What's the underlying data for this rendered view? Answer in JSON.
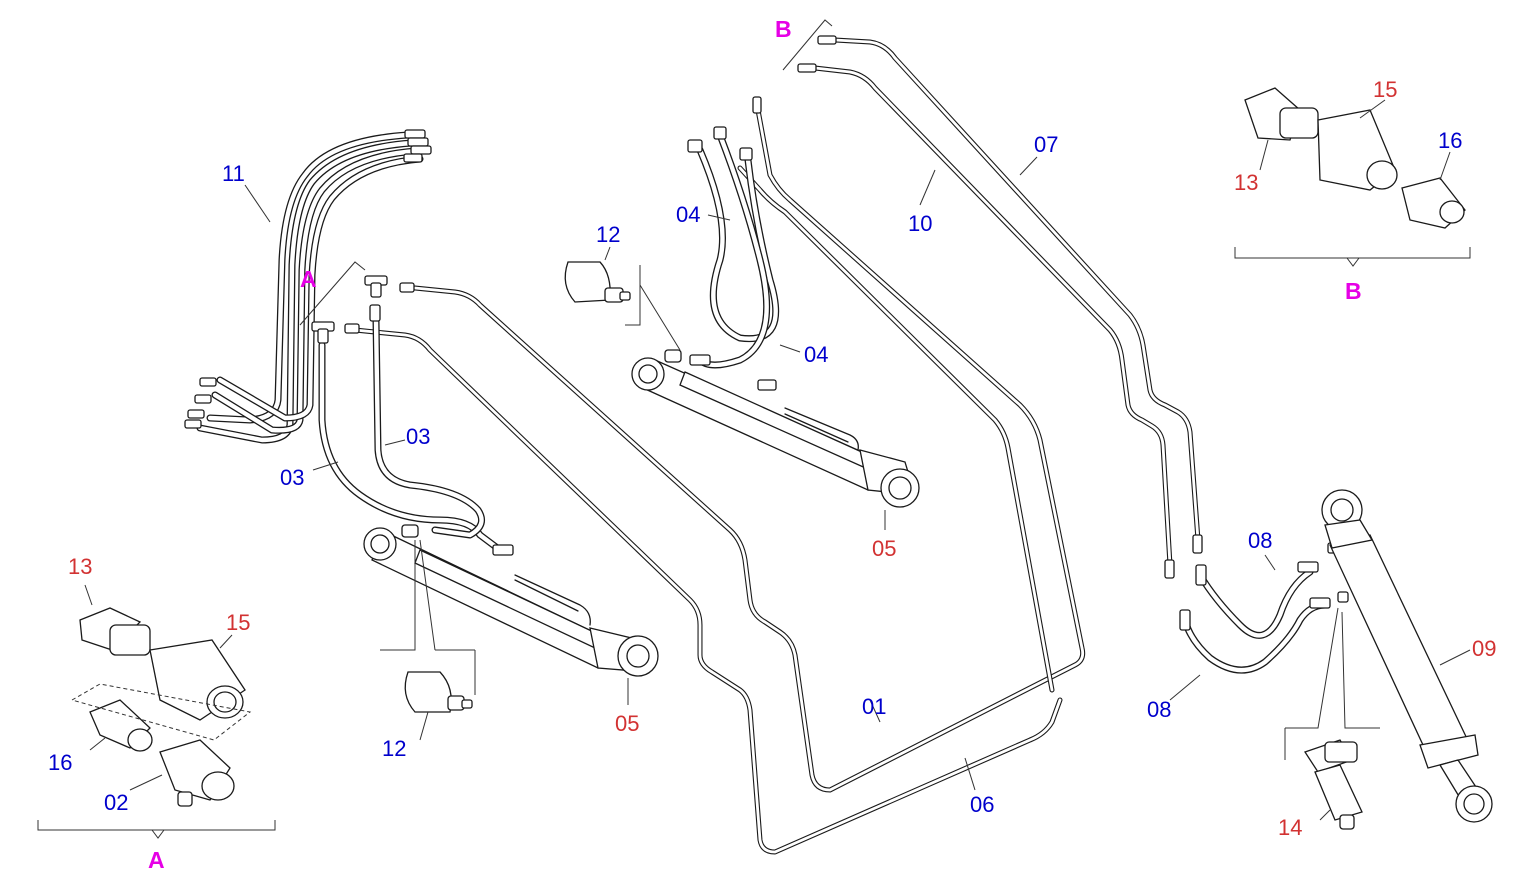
{
  "labels": {
    "p01": "01",
    "p02": "02",
    "p03a": "03",
    "p03b": "03",
    "p04a": "04",
    "p04b": "04",
    "p05a": "05",
    "p05b": "05",
    "p06": "06",
    "p07": "07",
    "p08a": "08",
    "p08b": "08",
    "p09": "09",
    "p10": "10",
    "p11": "11",
    "p12a": "12",
    "p12b": "12",
    "p13a": "13",
    "p13b": "13",
    "p14": "14",
    "p15a": "15",
    "p15b": "15",
    "p16a": "16",
    "p16b": "16",
    "groupA_top": "A",
    "groupA_bottom": "A",
    "groupB_top": "B",
    "groupB_bottom": "B"
  },
  "colors": {
    "standard_part_label": "#0000cc",
    "replacement_part_label": "#d23232",
    "group_label": "#e600e6",
    "line": "#1a1a1a"
  }
}
